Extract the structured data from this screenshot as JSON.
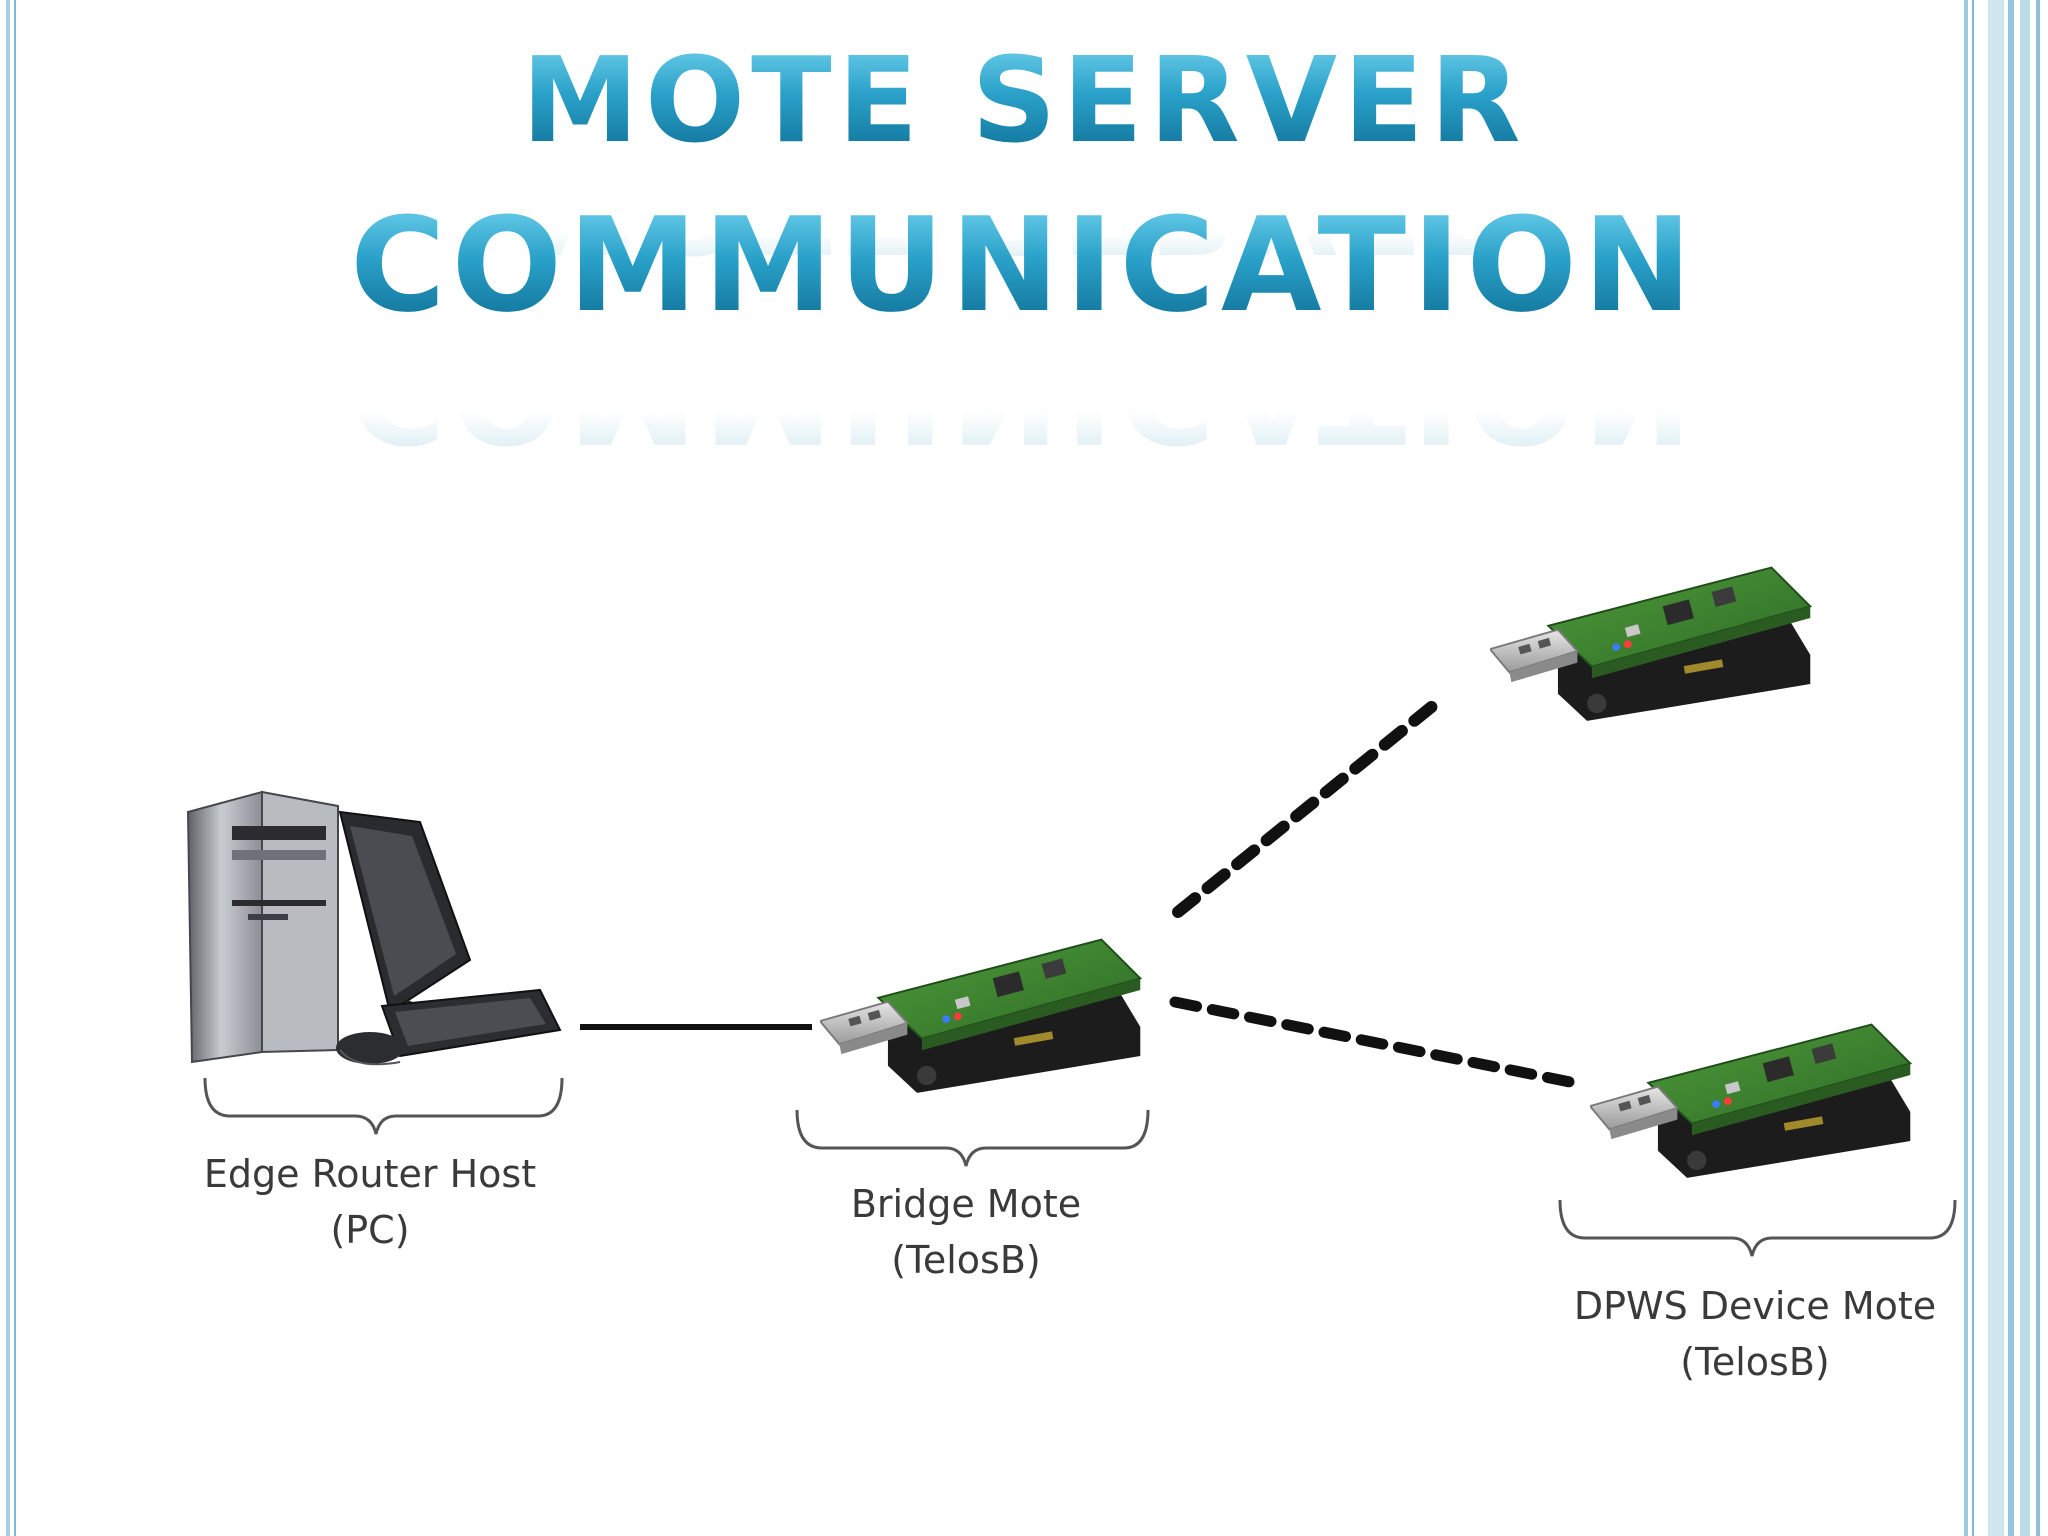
{
  "slide": {
    "title_line1": "MOTE SERVER",
    "title_line2": "COMMUNICATION",
    "accent_color": "#1d8fb4",
    "frame_color": "#8fc4dc"
  },
  "nodes": {
    "edge_router": {
      "label_line1": "Edge Router Host",
      "label_line2": "(PC)",
      "icon": "desktop-computer-icon"
    },
    "bridge_mote": {
      "label_line1": "Bridge Mote",
      "label_line2": "(TelosB)",
      "icon": "telosb-mote-icon"
    },
    "device_mote": {
      "label_line1": "DPWS Device Mote",
      "label_line2": "(TelosB)",
      "icon": "telosb-mote-icon"
    }
  },
  "links": [
    {
      "from": "edge_router",
      "to": "bridge_mote",
      "style": "solid"
    },
    {
      "from": "bridge_mote",
      "to": "device_mote_1",
      "style": "dashed"
    },
    {
      "from": "bridge_mote",
      "to": "device_mote_2",
      "style": "dashed"
    }
  ]
}
